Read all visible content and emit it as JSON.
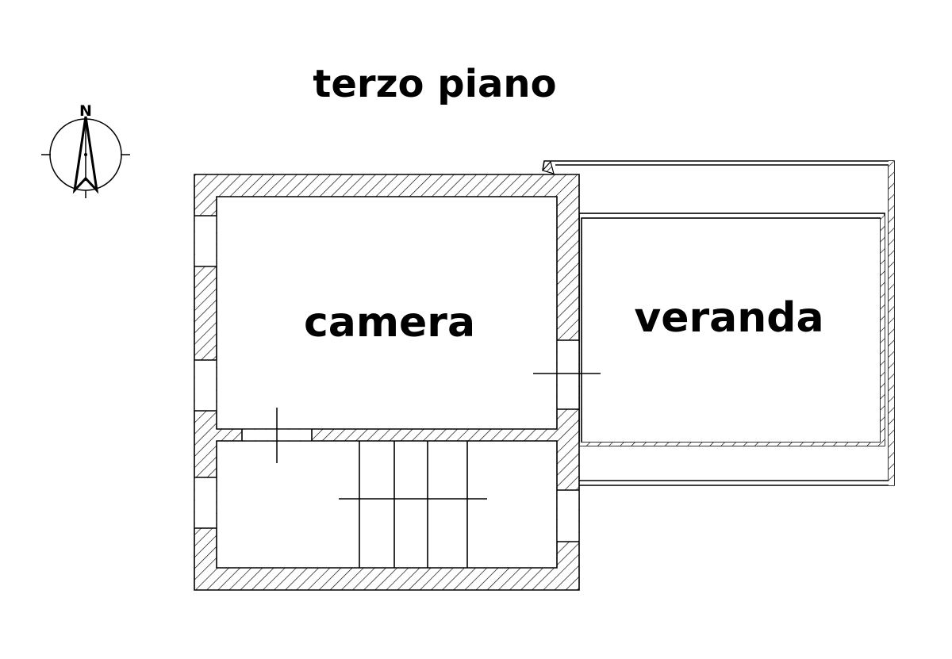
{
  "title": "terzo piano",
  "compass": {
    "label": "N",
    "icon": "north-arrow-icon"
  },
  "rooms": [
    {
      "id": "camera",
      "label": "camera"
    },
    {
      "id": "veranda",
      "label": "veranda"
    },
    {
      "id": "stairwell",
      "label": ""
    }
  ],
  "colors": {
    "line": "#000000",
    "background": "#ffffff"
  }
}
